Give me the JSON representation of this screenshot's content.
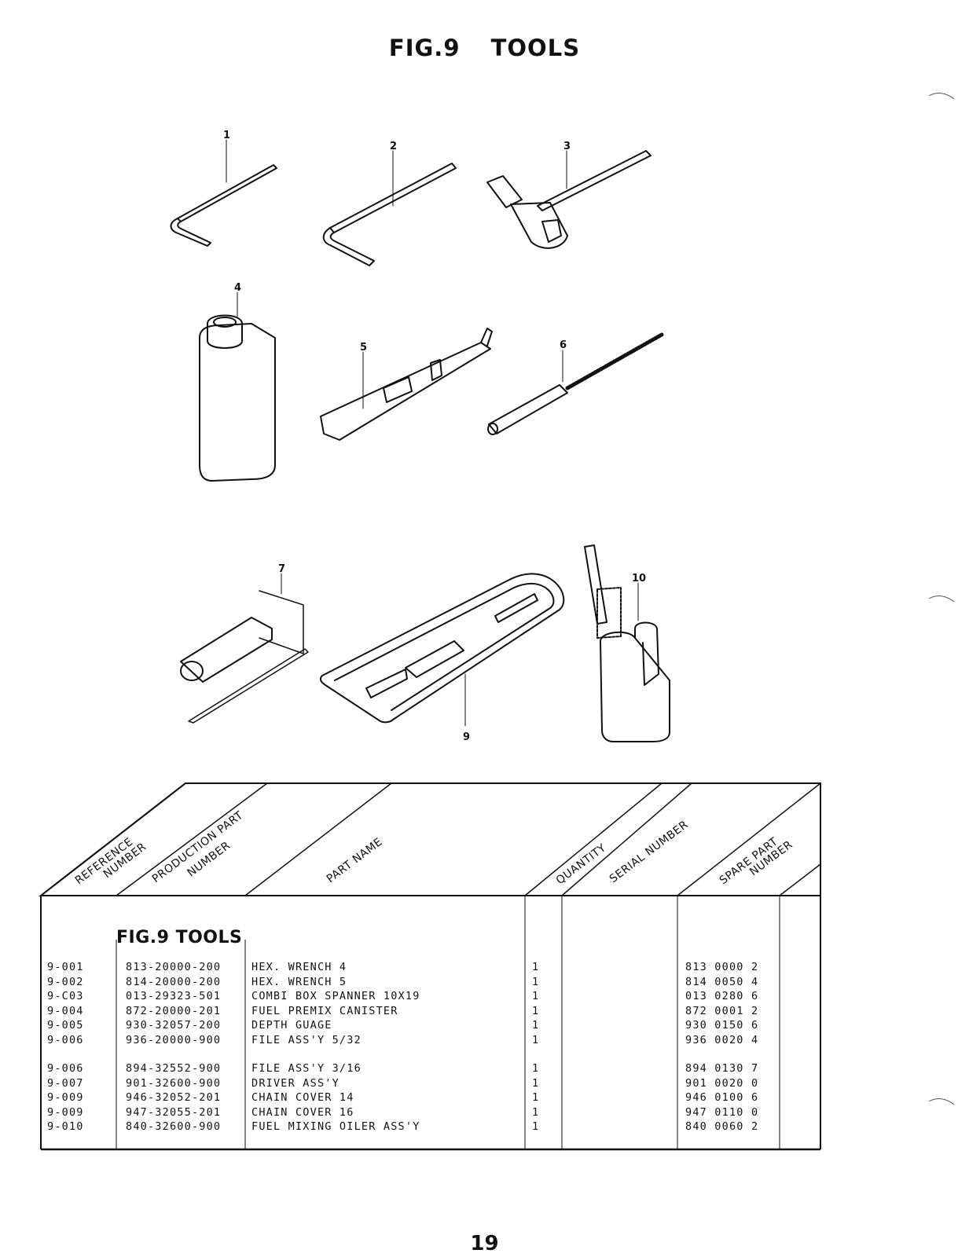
{
  "header": {
    "fig_label": "FIG.9",
    "fig_title": "TOOLS"
  },
  "callouts": [
    "1",
    "2",
    "3",
    "4",
    "5",
    "6",
    "7",
    "9",
    "10"
  ],
  "columns": {
    "reference_number": [
      "REFERENCE",
      "NUMBER"
    ],
    "production_part_number": [
      "PRODUCTION PART",
      "NUMBER"
    ],
    "part_name": "PART NAME",
    "quantity": "QUANTITY",
    "serial_number": "SERIAL NUMBER",
    "spare_part_number": [
      "SPARE PART",
      "NUMBER"
    ]
  },
  "table": {
    "section_title": "FIG.9 TOOLS",
    "rows": [
      {
        "ref": "9-001",
        "prod": "813-20000-200",
        "name": "HEX. WRENCH 4",
        "qty": "1",
        "spare": "813 0000 2"
      },
      {
        "ref": "9-002",
        "prod": "814-20000-200",
        "name": "HEX. WRENCH 5",
        "qty": "1",
        "spare": "814 0050 4"
      },
      {
        "ref": "9-C03",
        "prod": "013-29323-501",
        "name": "COMBI BOX SPANNER 10X19",
        "qty": "1",
        "spare": "013 0280 6"
      },
      {
        "ref": "9-004",
        "prod": "872-20000-201",
        "name": "FUEL PREMIX CANISTER",
        "qty": "1",
        "spare": "872 0001 2"
      },
      {
        "ref": "9-005",
        "prod": "930-32057-200",
        "name": "DEPTH GUAGE",
        "qty": "1",
        "spare": "930 0150 6"
      },
      {
        "ref": "9-006",
        "prod": "936-20000-900",
        "name": "FILE ASS'Y 5/32",
        "qty": "1",
        "spare": "936 0020 4"
      },
      {
        "ref": "9-006",
        "prod": "894-32552-900",
        "name": "FILE ASS'Y 3/16",
        "qty": "1",
        "spare": "894 0130 7"
      },
      {
        "ref": "9-007",
        "prod": "901-32600-900",
        "name": "DRIVER ASS'Y",
        "qty": "1",
        "spare": "901 0020 0"
      },
      {
        "ref": "9-009",
        "prod": "946-32052-201",
        "name": "CHAIN COVER 14",
        "qty": "1",
        "spare": "946 0100 6"
      },
      {
        "ref": "9-009",
        "prod": "947-32055-201",
        "name": "CHAIN COVER 16",
        "qty": "1",
        "spare": "947 0110 0"
      },
      {
        "ref": "9-010",
        "prod": "840-32600-900",
        "name": "FUEL MIXING OILER ASS'Y",
        "qty": "1",
        "spare": "840 0060 2"
      }
    ]
  },
  "footer": {
    "page_number": "19"
  }
}
